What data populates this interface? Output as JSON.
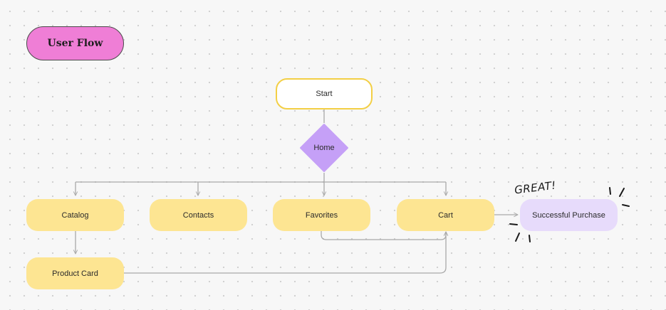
{
  "board": {
    "title": "User Flow",
    "background_color": "#f7f7f7"
  },
  "nodes": {
    "start": "Start",
    "home": "Home",
    "catalog": "Catalog",
    "contacts": "Contacts",
    "favorites": "Favorites",
    "cart": "Cart",
    "product_card": "Product Card",
    "successful_purchase": "Successful Purchase"
  },
  "annotation": {
    "text": "GREAT!"
  },
  "connections": [
    {
      "from": "Start",
      "to": "Home"
    },
    {
      "from": "Home",
      "to": "Catalog"
    },
    {
      "from": "Home",
      "to": "Contacts"
    },
    {
      "from": "Home",
      "to": "Favorites"
    },
    {
      "from": "Home",
      "to": "Cart"
    },
    {
      "from": "Catalog",
      "to": "Product Card"
    },
    {
      "from": "Favorites",
      "to": "Cart"
    },
    {
      "from": "Product Card",
      "to": "Cart"
    },
    {
      "from": "Cart",
      "to": "Successful Purchase"
    }
  ],
  "colors": {
    "title_pill": "#ef7ed6",
    "start_border": "#f3cf45",
    "decision": "#c5a0f7",
    "step": "#fde592",
    "success": "#e7dbfb",
    "connector": "#a9a9a9"
  }
}
